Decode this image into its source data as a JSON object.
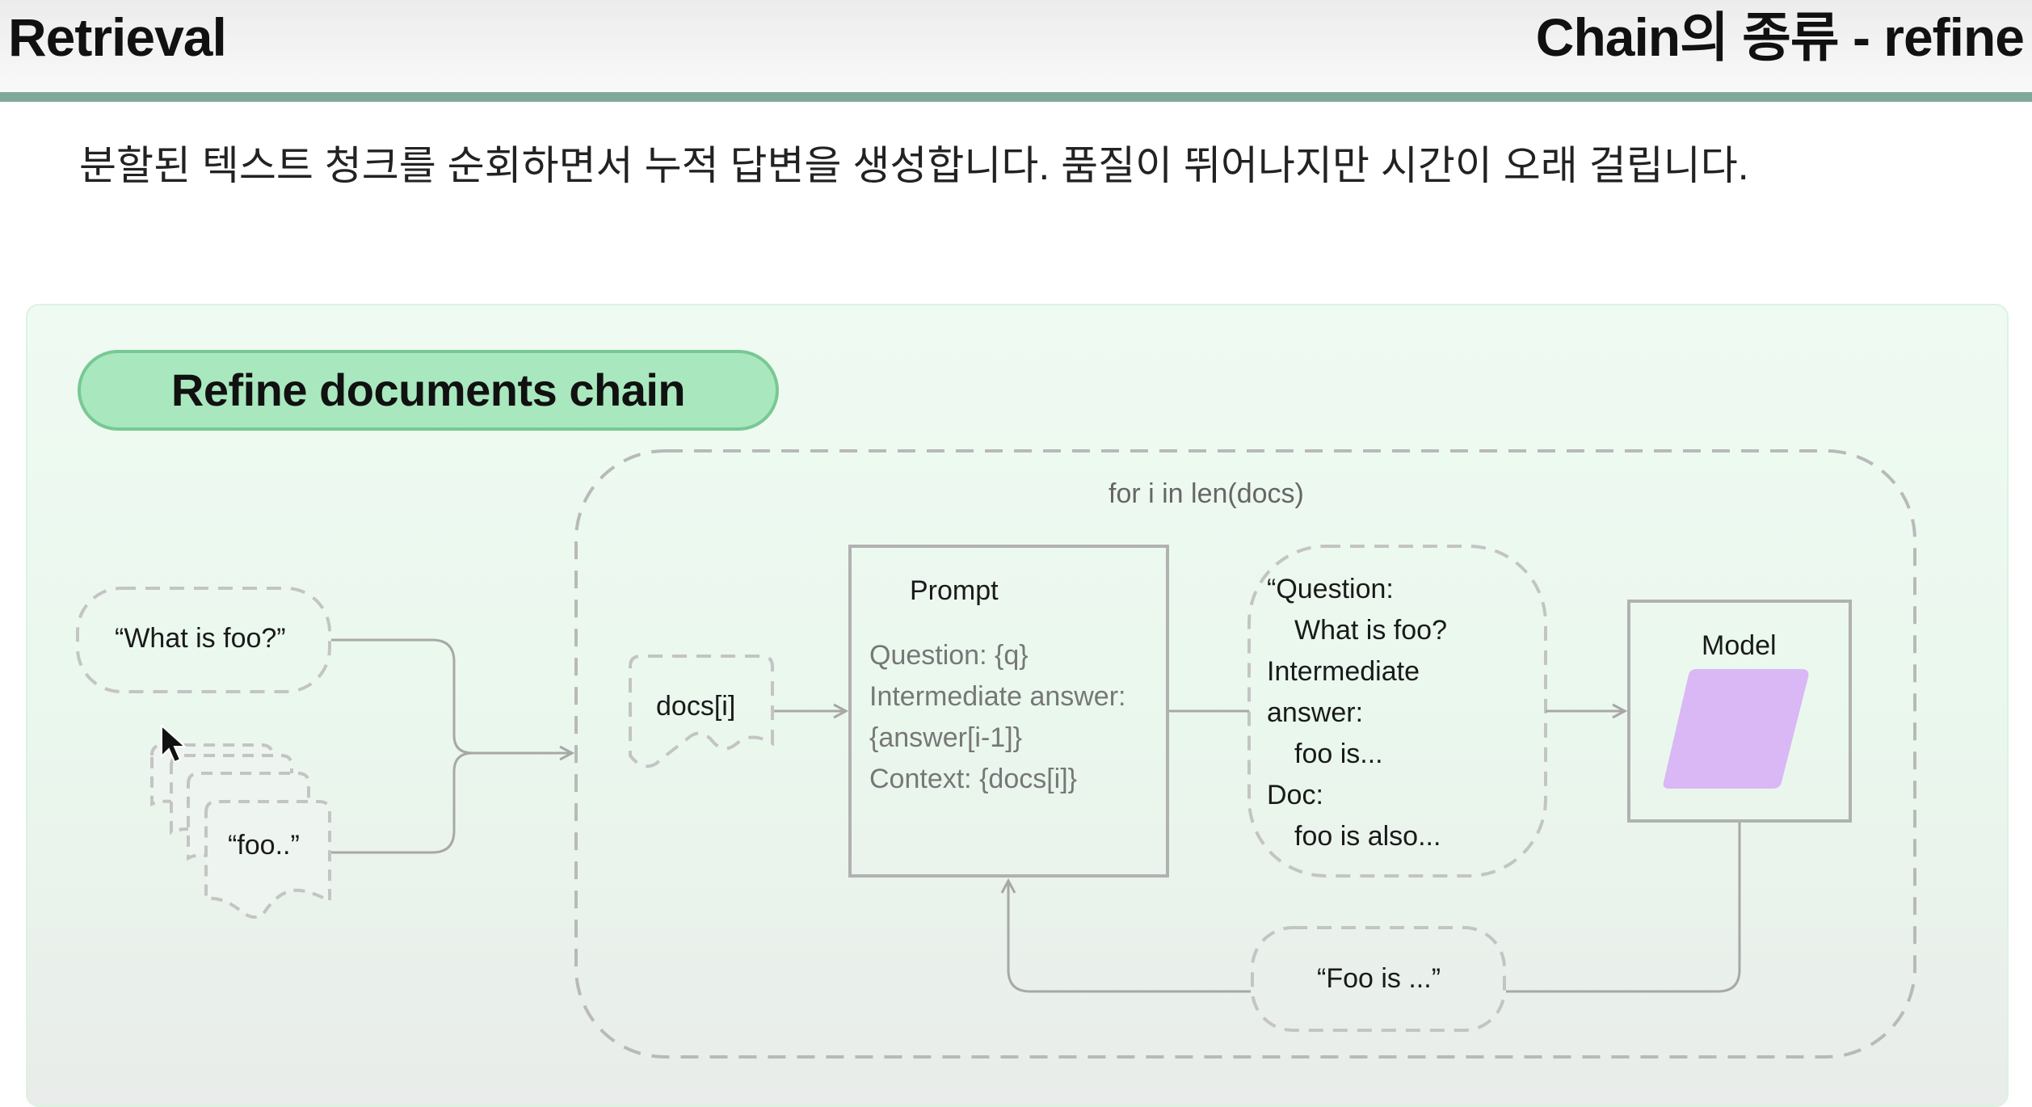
{
  "header": {
    "left_title": "Retrieval",
    "right_title": "Chain의 종류 - refine"
  },
  "subtitle": "분할된 텍스트 청크를 순회하면서 누적 답변을 생성합니다. 품질이 뛰어나지만 시간이 오래 걸립니다.",
  "diagram": {
    "title": "Refine documents chain",
    "loop_label": "for i in len(docs)",
    "question_node": "“What is foo?”",
    "docs_node": "“foo..”",
    "docs_i_node": "docs[i]",
    "prompt": {
      "title": "Prompt",
      "lines": [
        "Question: {q}",
        "Intermediate answer:",
        "{answer[i-1]}",
        "Context: {docs[i]}"
      ]
    },
    "filled_prompt": {
      "line1": "“Question:",
      "line2": "What is foo?",
      "line3": "Intermediate",
      "line4": "answer:",
      "line5": "foo is...",
      "line6": "Doc:",
      "line7": "foo is also..."
    },
    "model_label": "Model",
    "answer_node": "“Foo is ...”"
  },
  "colors": {
    "header_rule": "#7fa898",
    "title_pill_fill": "#a9e8be",
    "title_pill_border": "#79c893",
    "model_fill": "#d9b8f5",
    "stroke": "#a8a8a8"
  }
}
